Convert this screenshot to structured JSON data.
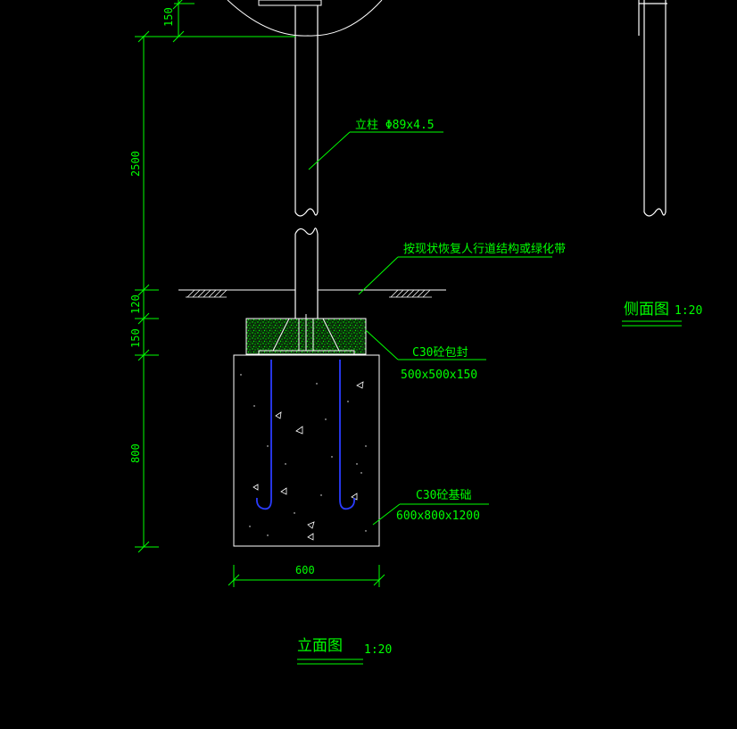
{
  "drawing": {
    "elevation": {
      "dims": {
        "d150_top": "150",
        "d2500": "2500",
        "d120": "120",
        "d150": "150",
        "d800": "800",
        "d600": "600"
      },
      "labels": {
        "post": "立柱 Φ89x4.5",
        "ground": "按现状恢复人行道结构或绿化带",
        "concrete_cap_line1": "C30砼包封",
        "concrete_cap_line2": "500x500x150",
        "foundation_line1": "C30砼基础",
        "foundation_line2": "600x800x1200"
      },
      "title": "立面图",
      "scale": "1:20"
    },
    "side_view": {
      "title": "侧面图",
      "scale": "1:20"
    },
    "colors": {
      "background": "#000000",
      "outline": "#ffffff",
      "annotation": "#00ff00",
      "rebar": "#2a3cff"
    }
  }
}
